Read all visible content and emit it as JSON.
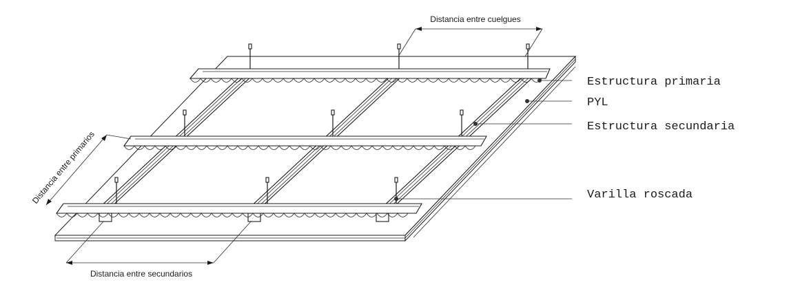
{
  "dimensions": {
    "hangers": "Distancia entre cuelgues",
    "primaries": "Distancia entre primarios",
    "secondaries": "Distancia entre secundarios"
  },
  "callouts": {
    "primary_structure": "Estructura primaria",
    "board": "PYL",
    "secondary_structure": "Estructura secundaria",
    "threaded_rod": "Varilla roscada"
  },
  "colors": {
    "line": "#1a1a1a",
    "background": "#ffffff"
  }
}
